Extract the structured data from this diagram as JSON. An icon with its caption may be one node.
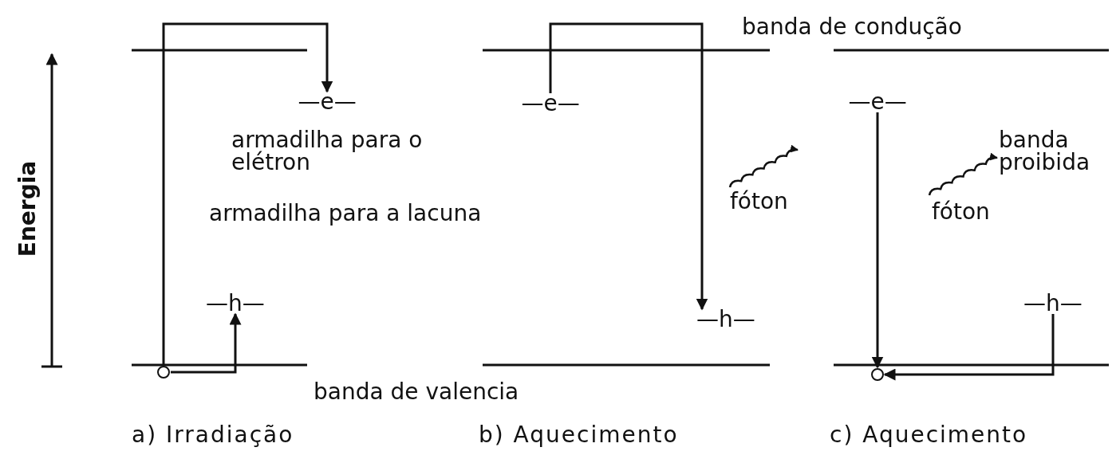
{
  "diagram": {
    "nodes": [
      {
        "text": [],
        "shape": "circle"
      },
      {
        "text": [
          "—e—"
        ]
      },
      {
        "text": [
          "—h—"
        ]
      },
      {
        "text": [
          "—e—"
        ]
      },
      {
        "text": [
          "—h—"
        ]
      },
      {
        "text": [
          "—e—"
        ]
      },
      {
        "text": [
          "—h—"
        ]
      },
      {
        "text": [],
        "shape": "circle"
      }
    ],
    "edges": [
      {
        "from": 0,
        "to": 1,
        "arrow": "to"
      },
      {
        "from": 0,
        "to": 2,
        "arrow": "to"
      },
      {
        "from": 3,
        "to": 4,
        "arrow": "to"
      },
      {
        "from": 5,
        "to": 7,
        "arrow": "to"
      },
      {
        "from": 6,
        "to": 7,
        "arrow": "to"
      }
    ],
    "labels": [
      "banda de condução",
      "armadilha para o elétron",
      "banda proibida",
      "armadilha para a lacuna",
      "fóton",
      "fóton",
      "banda de valencia",
      "Energia",
      "a) Irradiação",
      "b) Aquecimento",
      "c) Aquecimento"
    ]
  }
}
